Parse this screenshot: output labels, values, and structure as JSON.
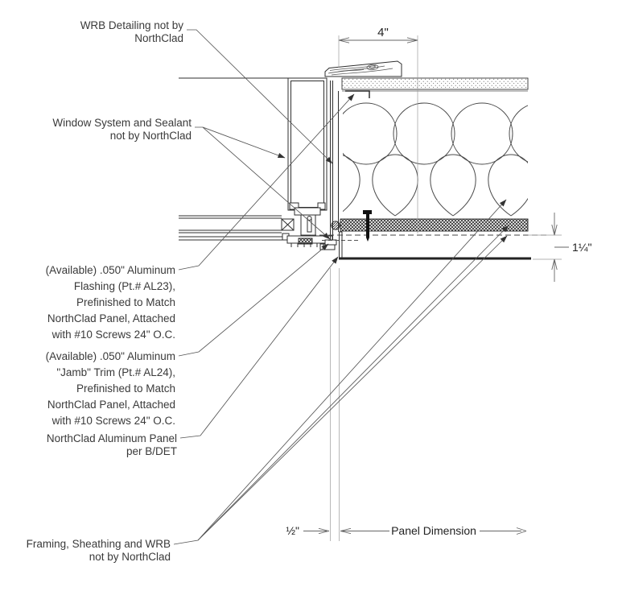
{
  "callouts": {
    "wrb": {
      "lines": [
        "WRB Detailing not by",
        "NorthClad"
      ]
    },
    "window_system": {
      "lines": [
        "Window System and Sealant",
        "not by NorthClad"
      ]
    },
    "flashing": {
      "lines": [
        "(Available) .050\" Aluminum",
        "Flashing (Pt.# AL23),",
        "Prefinished to Match",
        "NorthClad Panel, Attached",
        "with #10 Screws 24\" O.C."
      ]
    },
    "jamb_trim": {
      "lines": [
        "(Available) .050\" Aluminum",
        "\"Jamb\" Trim (Pt.# AL24),",
        "Prefinished to Match",
        "NorthClad Panel, Attached",
        "with #10 Screws 24\" O.C."
      ]
    },
    "panel": {
      "lines": [
        "NorthClad Aluminum Panel",
        "per B/DET"
      ]
    },
    "framing": {
      "lines": [
        "Framing, Sheathing and WRB",
        "not by NorthClad"
      ]
    }
  },
  "dimensions": {
    "blocking_width": "4\"",
    "panel_offset": "1¼\"",
    "joint_gap": "½\"",
    "panel_dimension": "Panel Dimension"
  },
  "colors": {
    "background": "#ffffff",
    "linework": "#2f2f2f",
    "dimension_lines": "#888888",
    "text": "#3a3a3a"
  }
}
